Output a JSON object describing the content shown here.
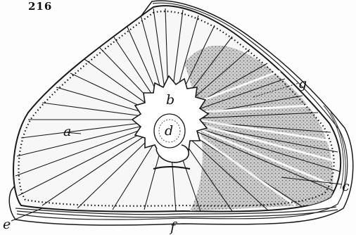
{
  "figure": {
    "number": "216",
    "icon": "wood-cross-section-engraving",
    "colors": {
      "ink": "#1a1a1a",
      "paper": "#fdfdfd",
      "shade": "#7a7a7a"
    },
    "labels": {
      "a": "a",
      "b": "b",
      "c_right": "c",
      "d": "d",
      "e": "e",
      "f": "f",
      "g": "g"
    }
  }
}
